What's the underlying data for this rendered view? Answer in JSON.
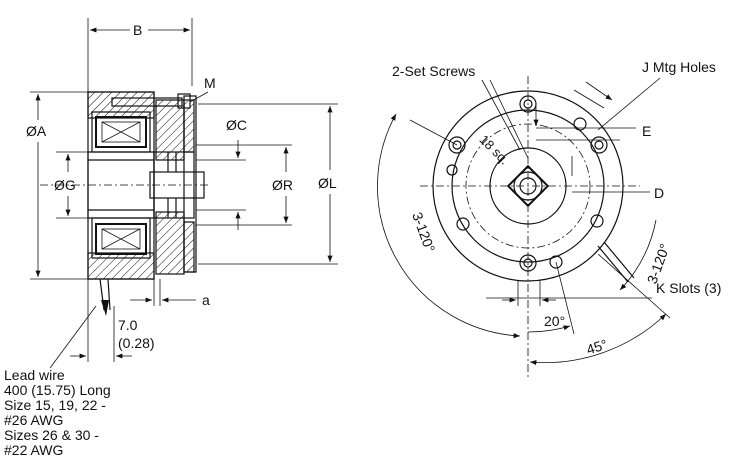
{
  "side_view": {
    "dim_A": "ØA",
    "dim_B": "B",
    "dim_M": "M",
    "dim_C": "ØC",
    "dim_G": "ØG",
    "dim_R": "ØR",
    "dim_L": "ØL",
    "dim_a": "a",
    "gap_mm": "7.0",
    "gap_in": "(0.28)"
  },
  "lead_wire_note": [
    "Lead wire",
    "400 (15.75) Long",
    "Size 15, 19, 22 -",
    "#26 AWG",
    "Sizes 26 & 30 -",
    "#22 AWG"
  ],
  "front_view": {
    "set_screws": "2-Set Screws",
    "mtg_holes": "J Mtg Holes",
    "dim_E": "E",
    "dim_D": "D",
    "square": "18 sq.",
    "left_angle": "3-120°",
    "right_angle": "3-120°",
    "slots": "K Slots (3)",
    "angle_20": "20°",
    "angle_45": "45°"
  }
}
